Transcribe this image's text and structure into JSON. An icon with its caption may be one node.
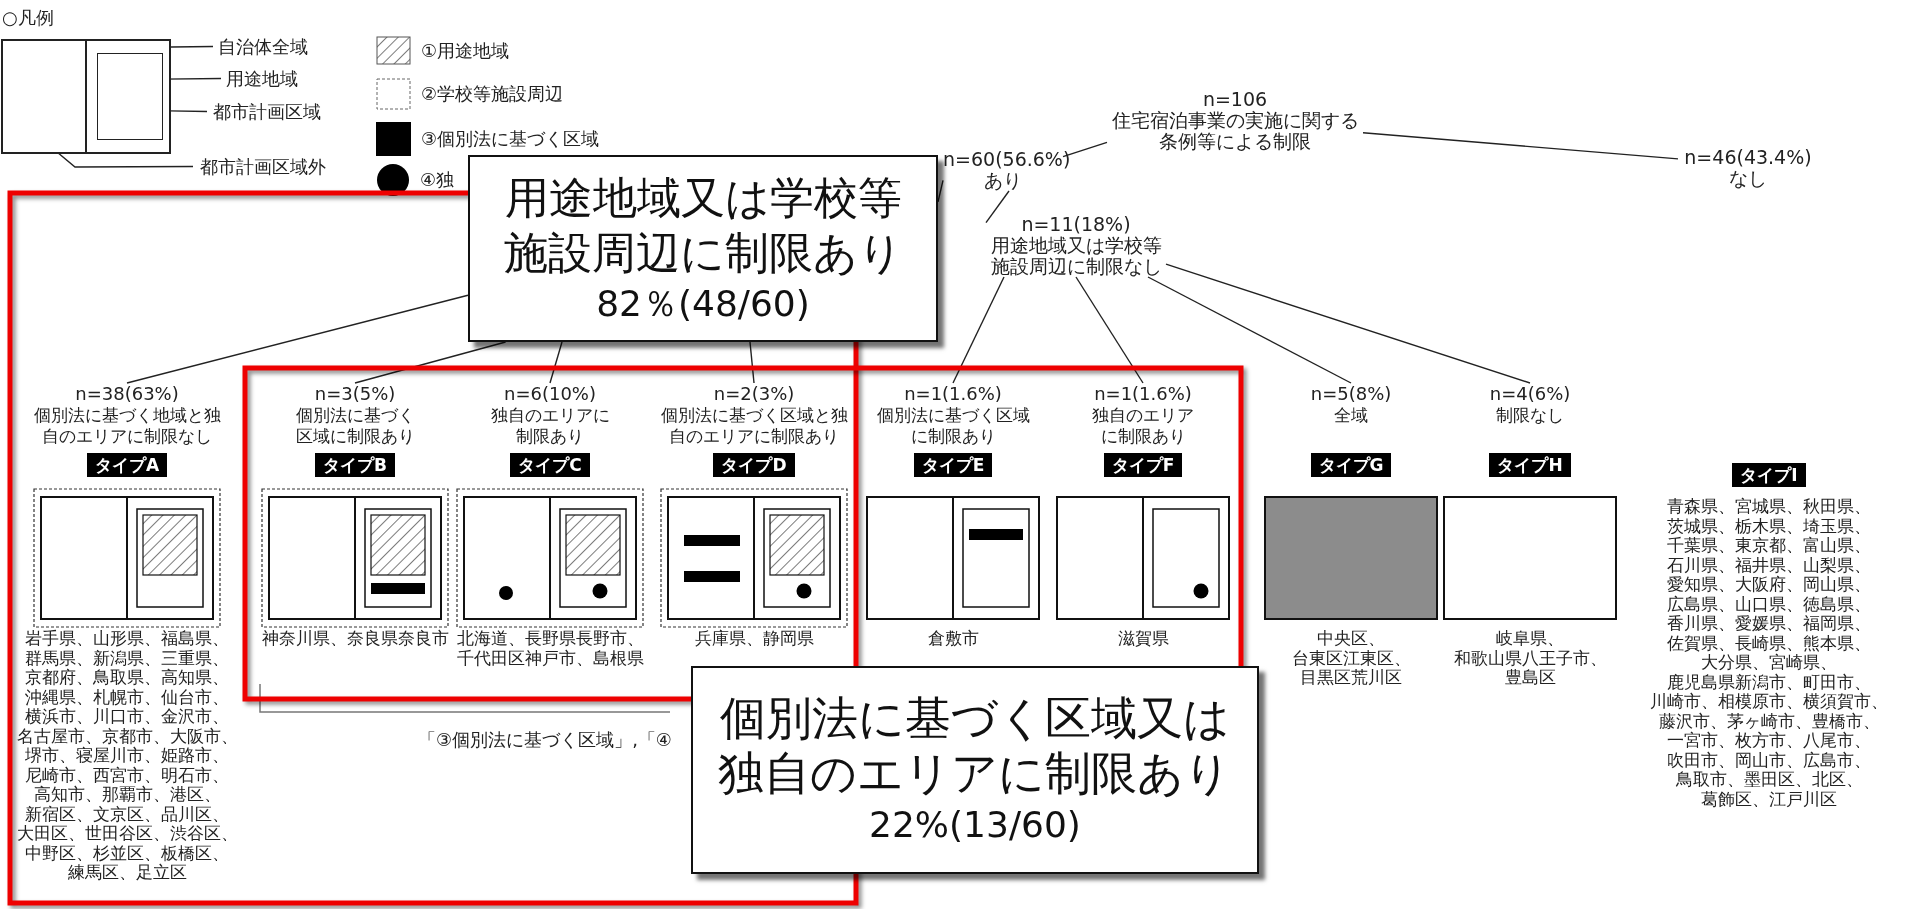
{
  "diagram": {
    "nodes": [
      {
        "text": [
          "n=106",
          "住宅宿泊事業の実施に関する条例等による制限"
        ]
      },
      {
        "text": [
          "n=60(56.6%)",
          "あり"
        ]
      },
      {
        "text": [
          "n=46(43.4%)",
          "なし"
        ]
      },
      {
        "text": [
          "用途地域又は学校等施設周辺に制限あり",
          "82％(48/60)"
        ]
      },
      {
        "text": [
          "n=11(18%)",
          "用途地域又は学校等施設周辺に制限なし"
        ]
      },
      {
        "text": [
          "n=38(63%)",
          "個別法に基づく地域と独自のエリアに制限なし",
          "タイプA",
          "岩手県、山形県、福島県、群馬県、新潟県、三重県、京都府、鳥取県、高知県、沖縄県、札幌市、仙台市、横浜市、川口市、金沢市、名古屋市、京都市、大阪市、堺市、寝屋川市、姫路市、尼崎市、西宮市、明石市、高知市、那覇市、港区、新宿区、文京区、品川区、大田区、世田谷区、渋谷区、中野区、杉並区、板橋区、練馬区、足立区"
        ]
      },
      {
        "text": [
          "n=3(5%)",
          "個別法に基づく区域に制限あり",
          "タイプB",
          "神奈川県、奈良県奈良市"
        ]
      },
      {
        "text": [
          "n=6(10%)",
          "独自のエリアに制限あり",
          "タイプC",
          "北海道、長野県長野市、千代田区神戸市、島根県"
        ]
      },
      {
        "text": [
          "n=2(3%)",
          "個別法に基づく区域と独自のエリアに制限あり",
          "タイプD",
          "兵庫県、静岡県"
        ]
      },
      {
        "text": [
          "n=1(1.6%)",
          "個別法に基づく区域に制限あり",
          "タイプE",
          "倉敷市"
        ]
      },
      {
        "text": [
          "n=1(1.6%)",
          "独自のエリアに制限あり",
          "タイプF",
          "滋賀県"
        ]
      },
      {
        "text": [
          "n=5(8%)",
          "全域",
          "タイプG",
          "中央区、台東区江東区、目黒区荒川区"
        ]
      },
      {
        "text": [
          "n=4(6%)",
          "制限なし",
          "タイプH",
          "岐阜県、和歌山県八王子市、豊島区"
        ]
      },
      {
        "text": [
          "タイプI",
          "青森県、宮城県、秋田県、茨城県、栃木県、埼玉県、千葉県、東京都、富山県、石川県、福井県、山梨県、愛知県、大阪府、岡山県、広島県、山口県、徳島県、香川県、愛媛県、福岡県、佐賀県、長崎県、熊本県、大分県、宮崎県、鹿児島県新潟市、町田市、川崎市、相模原市、横須賀市、藤沢市、茅ヶ崎市、豊橋市、一宮市、枚方市、八尾市、吹田市、岡山市、広島市、鳥取市、墨田区、北区、葛飾区、江戸川区"
        ]
      },
      {
        "text": [
          "個別法に基づく区域又は独自のエリアに制限あり",
          "22%(13/60)"
        ]
      },
      {
        "text": [
          "自治体全域"
        ]
      },
      {
        "text": [
          "用途地域"
        ]
      },
      {
        "text": [
          "都市計画区域"
        ]
      },
      {
        "text": [
          "都市計画区域外"
        ]
      },
      {
        "text": [],
        "shape": "box"
      },
      {
        "text": [],
        "shape": "box",
        "in": 19
      },
      {
        "text": [],
        "shape": "box",
        "in": 19
      },
      {
        "text": [],
        "shape": "box",
        "in": 21
      }
    ],
    "edges": [
      {
        "from": 0,
        "to": 1,
        "arrow": "none"
      },
      {
        "from": 0,
        "to": 2,
        "arrow": "none"
      },
      {
        "from": 1,
        "to": 3,
        "arrow": "none"
      },
      {
        "from": 1,
        "to": 4,
        "arrow": "none"
      },
      {
        "from": 3,
        "to": 5,
        "arrow": "none"
      },
      {
        "from": 3,
        "to": 6,
        "arrow": "none"
      },
      {
        "from": 3,
        "to": 7,
        "arrow": "none"
      },
      {
        "from": 3,
        "to": 8,
        "arrow": "none"
      },
      {
        "from": 4,
        "to": 9,
        "arrow": "none"
      },
      {
        "from": 4,
        "to": 10,
        "arrow": "none"
      },
      {
        "from": 4,
        "to": 11,
        "arrow": "none"
      },
      {
        "from": 4,
        "to": 12,
        "arrow": "none"
      },
      {
        "from": 15,
        "to": 19,
        "arrow": "none"
      },
      {
        "from": 16,
        "to": 22,
        "arrow": "none"
      },
      {
        "from": 17,
        "to": 21,
        "arrow": "none"
      },
      {
        "from": 18,
        "to": 20,
        "arrow": "none"
      }
    ],
    "labels": [
      "○凡例",
      "「③個別法に基づく区域」,「④"
    ],
    "legend": [
      {
        "text": "①用途地域"
      },
      {
        "text": "②学校等施設周辺"
      },
      {
        "text": "③個別法に基づく区域"
      },
      {
        "text": "④独"
      }
    ]
  }
}
